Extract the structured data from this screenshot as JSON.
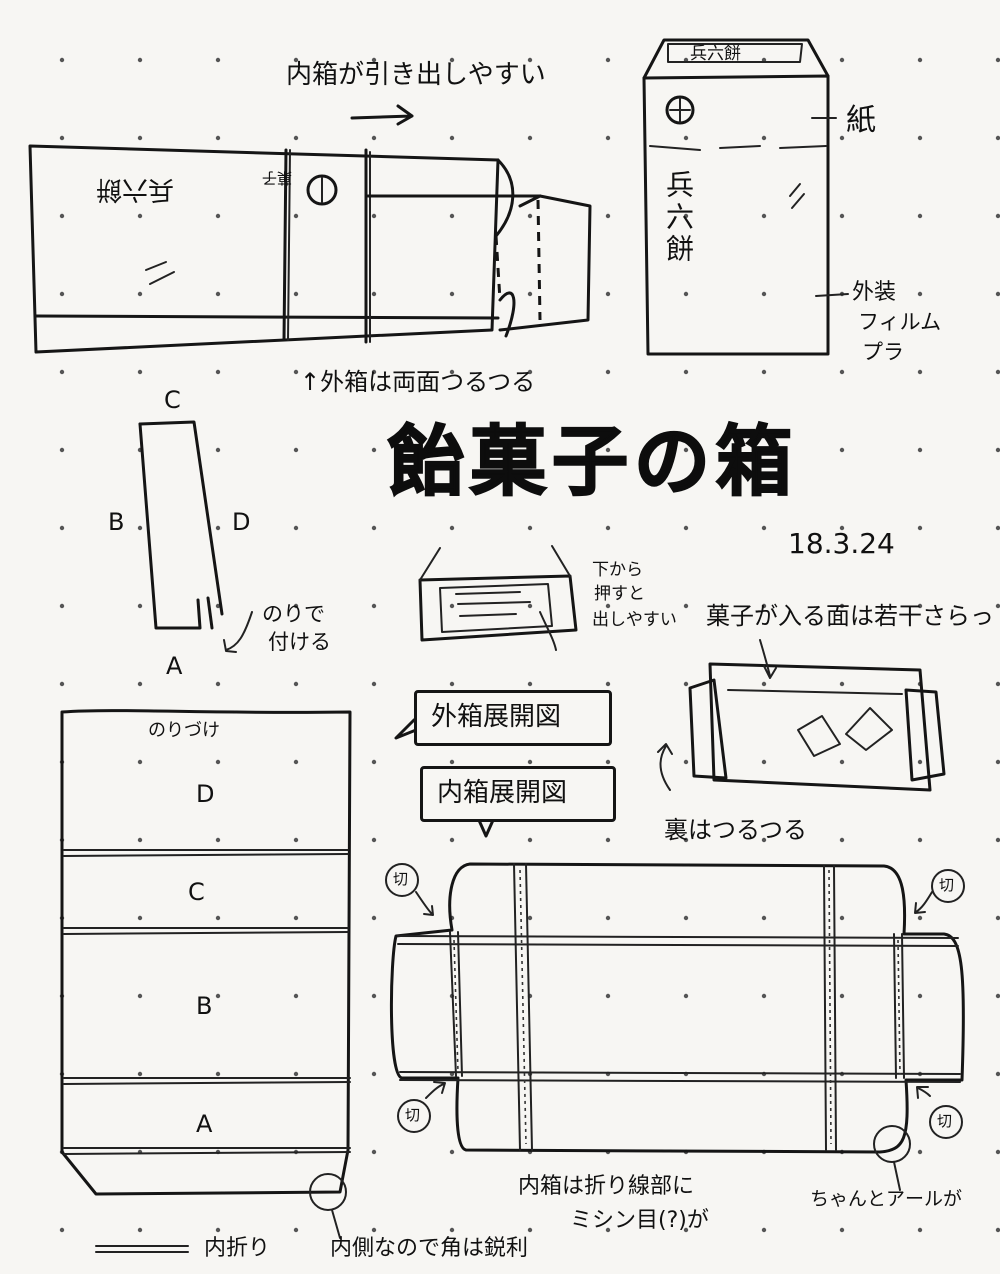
{
  "title": "飴菓子の箱",
  "date": "18.3.24",
  "sketch_top_left": {
    "caption_top": "内箱が引き出しやすい",
    "caption_bottom": "↑外箱は両面つるつる",
    "box_print_text": "兵六餅",
    "box_print_small": "菓子"
  },
  "sketch_top_right": {
    "top_label": "兵六餅",
    "side_text": "兵六餅",
    "note_paper": "紙",
    "note_film_lines": [
      "外装",
      "フィルム",
      "プラ"
    ]
  },
  "strip": {
    "label_top": "C",
    "label_left": "B",
    "label_right": "D",
    "label_bottom": "A",
    "note_lines": [
      "のりで",
      "付ける"
    ]
  },
  "mid_sketch": {
    "note_lines": [
      "下から",
      "押すと",
      "出しやすい"
    ]
  },
  "right_sketch": {
    "caption_top": "菓子が入る面は若干さらっ",
    "caption_bottom": "裏はつるつる"
  },
  "bubbles": {
    "outer": "外箱展開図",
    "inner": "内箱展開図"
  },
  "outer_net": {
    "glue_label": "のりづけ",
    "panels": [
      "D",
      "C",
      "B",
      "A"
    ]
  },
  "inner_net": {
    "cut_label": "切",
    "caption_lines": [
      "内箱は折り線部に",
      "ミシン目(?)が"
    ],
    "round_note": "ちゃんとアールが"
  },
  "legend": {
    "fold_label": "内折り",
    "corner_note": "内側なので角は鋭利"
  }
}
